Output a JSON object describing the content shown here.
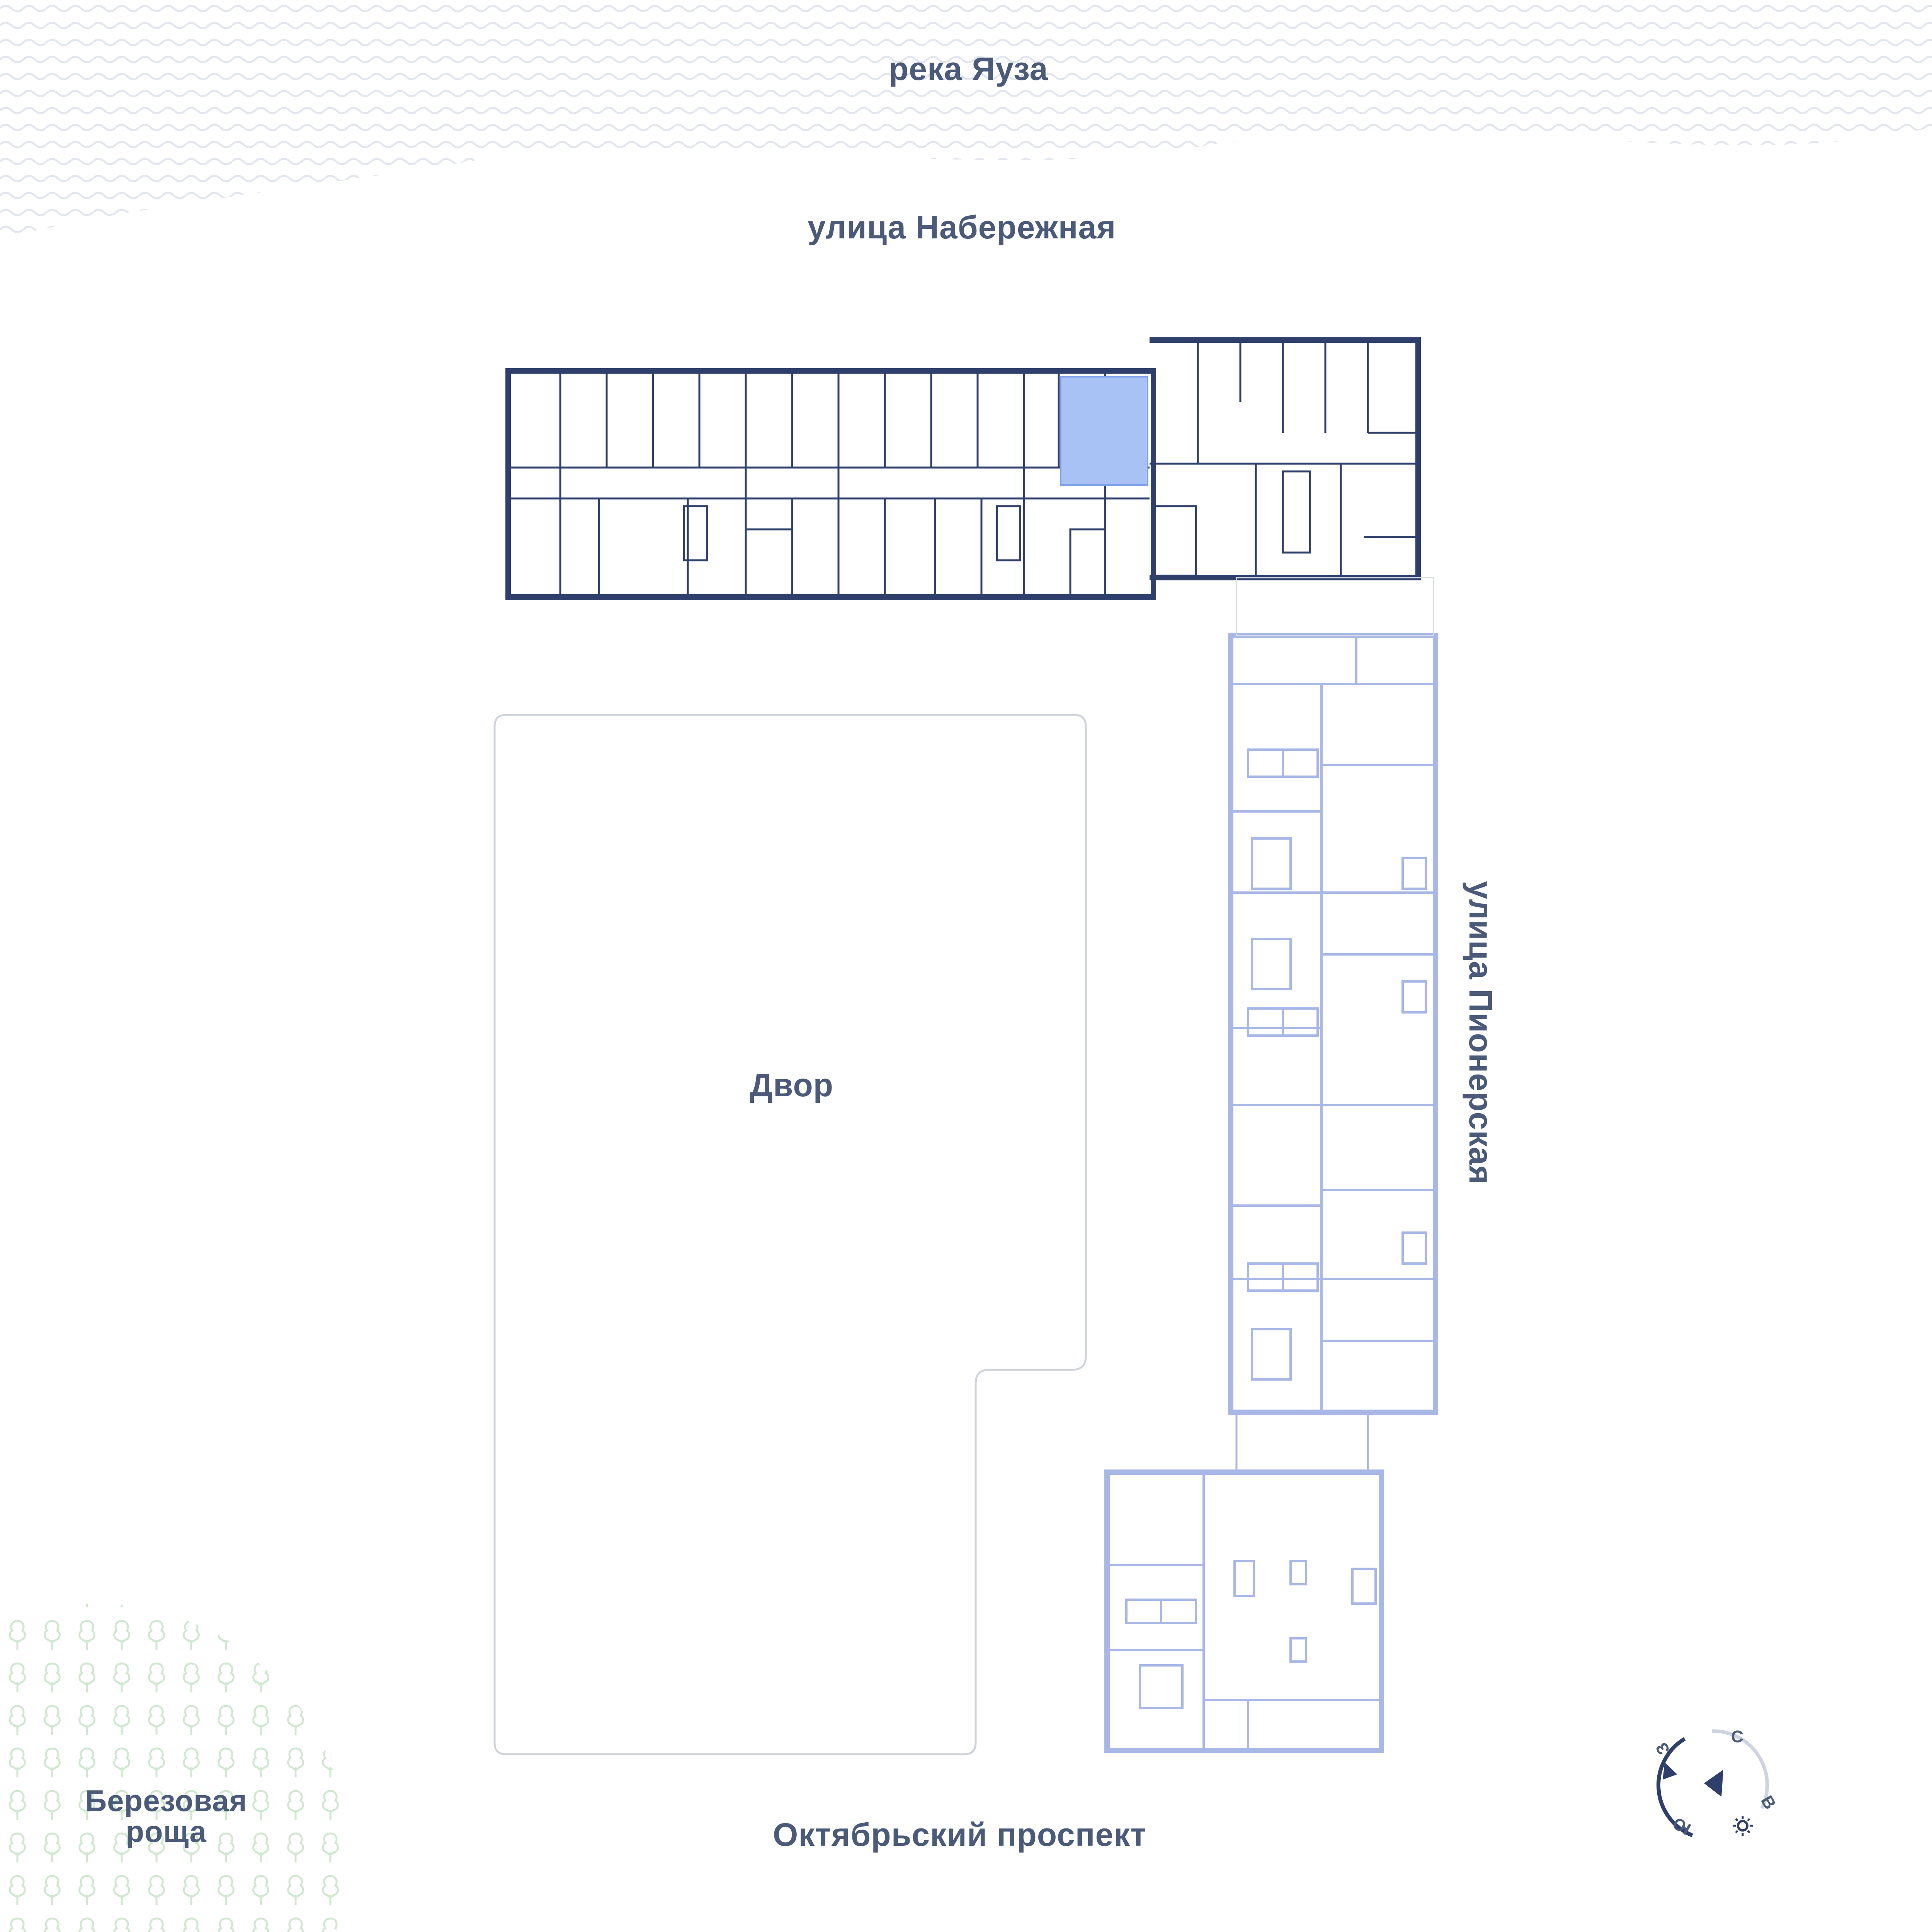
{
  "labels": {
    "river": "река Яуза",
    "street_north": "улица Набережная",
    "street_east": "улица Пионерская",
    "street_south": "Октябрьский проспект",
    "courtyard": "Двор",
    "grove_line1": "Березовая",
    "grove_line2": "роща"
  },
  "compass": {
    "north": "С",
    "east": "В",
    "south": "Ю",
    "west": "З"
  },
  "colors": {
    "label_text": "#4a5a78",
    "building_dark": "#2f3f6b",
    "building_light": "#a8b7e6",
    "selected_unit": "#a9c2f5",
    "water_pattern": "#e2e6ee",
    "grove_pattern": "#cfe8cf",
    "courtyard_outline": "#cfd3db"
  },
  "map": {
    "selected_unit": "highlighted apartment",
    "icons": [
      "wave-pattern",
      "tree-pattern",
      "compass-icon",
      "sun-icon"
    ]
  }
}
